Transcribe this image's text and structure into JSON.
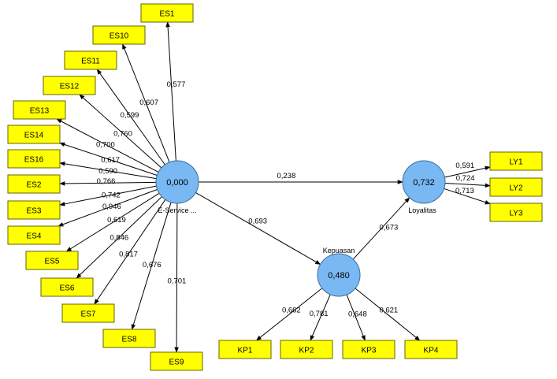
{
  "diagram": {
    "latents": {
      "es": {
        "name": "E-Service ...",
        "value": "0,000"
      },
      "kp": {
        "name": "Kepuasan",
        "value": "0,480"
      },
      "ly": {
        "name": "Loyalitas",
        "value": "0,732"
      }
    },
    "structural_paths": [
      {
        "from": "es",
        "to": "ly",
        "coef": "0,238"
      },
      {
        "from": "es",
        "to": "kp",
        "coef": "0,693"
      },
      {
        "from": "kp",
        "to": "ly",
        "coef": "0,673"
      }
    ],
    "indicators": [
      {
        "label": "ES1",
        "latent": "es",
        "loading": "0,577"
      },
      {
        "label": "ES10",
        "latent": "es",
        "loading": "0,607"
      },
      {
        "label": "ES11",
        "latent": "es",
        "loading": "0,599"
      },
      {
        "label": "ES12",
        "latent": "es",
        "loading": "0,760"
      },
      {
        "label": "ES13",
        "latent": "es",
        "loading": "0,700"
      },
      {
        "label": "ES14",
        "latent": "es",
        "loading": "0,617"
      },
      {
        "label": "ES16",
        "latent": "es",
        "loading": "0,590"
      },
      {
        "label": "ES2",
        "latent": "es",
        "loading": "0,766"
      },
      {
        "label": "ES3",
        "latent": "es",
        "loading": "0,742"
      },
      {
        "label": "ES4",
        "latent": "es",
        "loading": "0,946"
      },
      {
        "label": "ES5",
        "latent": "es",
        "loading": "0,619"
      },
      {
        "label": "ES6",
        "latent": "es",
        "loading": "0,846"
      },
      {
        "label": "ES7",
        "latent": "es",
        "loading": "0,817"
      },
      {
        "label": "ES8",
        "latent": "es",
        "loading": "0,676"
      },
      {
        "label": "ES9",
        "latent": "es",
        "loading": "0,701"
      },
      {
        "label": "KP1",
        "latent": "kp",
        "loading": "0,662"
      },
      {
        "label": "KP2",
        "latent": "kp",
        "loading": "0,781"
      },
      {
        "label": "KP3",
        "latent": "kp",
        "loading": "0,648"
      },
      {
        "label": "KP4",
        "latent": "kp",
        "loading": "0,621"
      },
      {
        "label": "LY1",
        "latent": "ly",
        "loading": "0,591"
      },
      {
        "label": "LY2",
        "latent": "ly",
        "loading": "0,724"
      },
      {
        "label": "LY3",
        "latent": "ly",
        "loading": "0,713"
      }
    ]
  },
  "colors": {
    "indicator_fill": "#ffff00",
    "latent_fill": "#79b8f2",
    "line": "#000000"
  }
}
